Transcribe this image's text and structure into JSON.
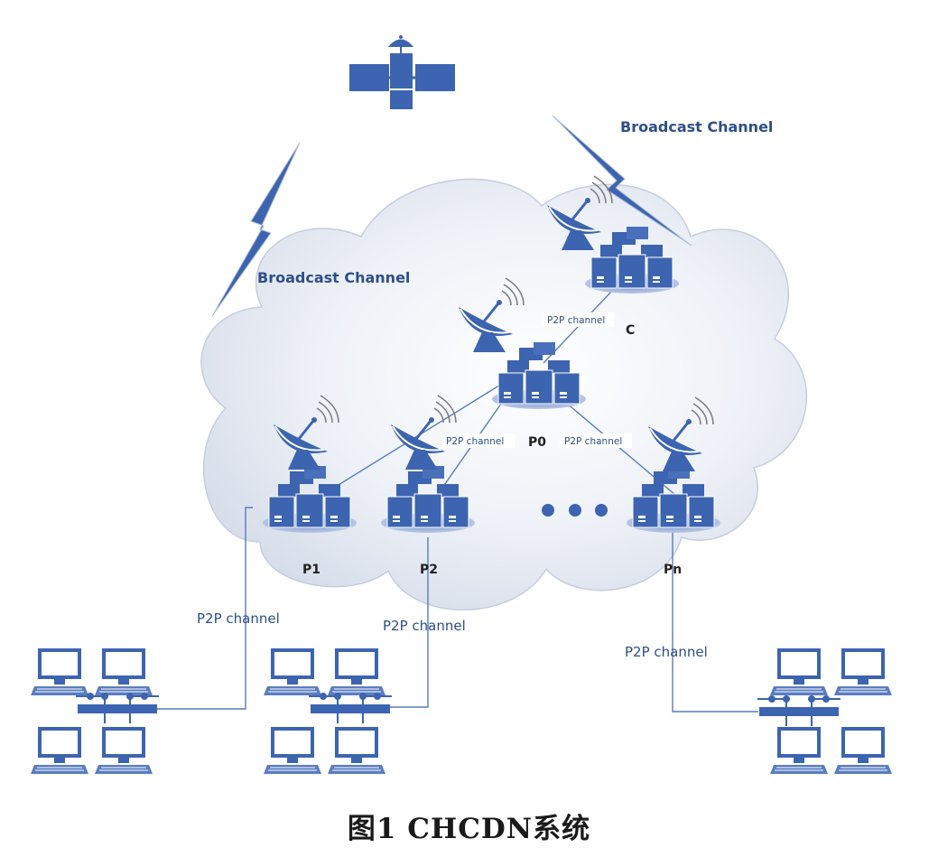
{
  "labels": {
    "broadcast_top": "Broadcast Channel",
    "broadcast_left": "Broadcast Channel",
    "p2p_c": "P2P channel",
    "p2p_p2": "P2P channel",
    "p2p_pn": "P2P channel",
    "p2p_lan1": "P2P channel",
    "p2p_lan2": "P2P channel",
    "p2p_lan3": "P2P channel"
  },
  "nodes": {
    "c": "C",
    "p0": "P0",
    "p1": "P1",
    "p2": "P2",
    "pn": "Pn"
  },
  "caption": "图1  CHCDN系统",
  "colors": {
    "accent": "#3d64b0",
    "cloud_fill": "#e6eaf2"
  }
}
